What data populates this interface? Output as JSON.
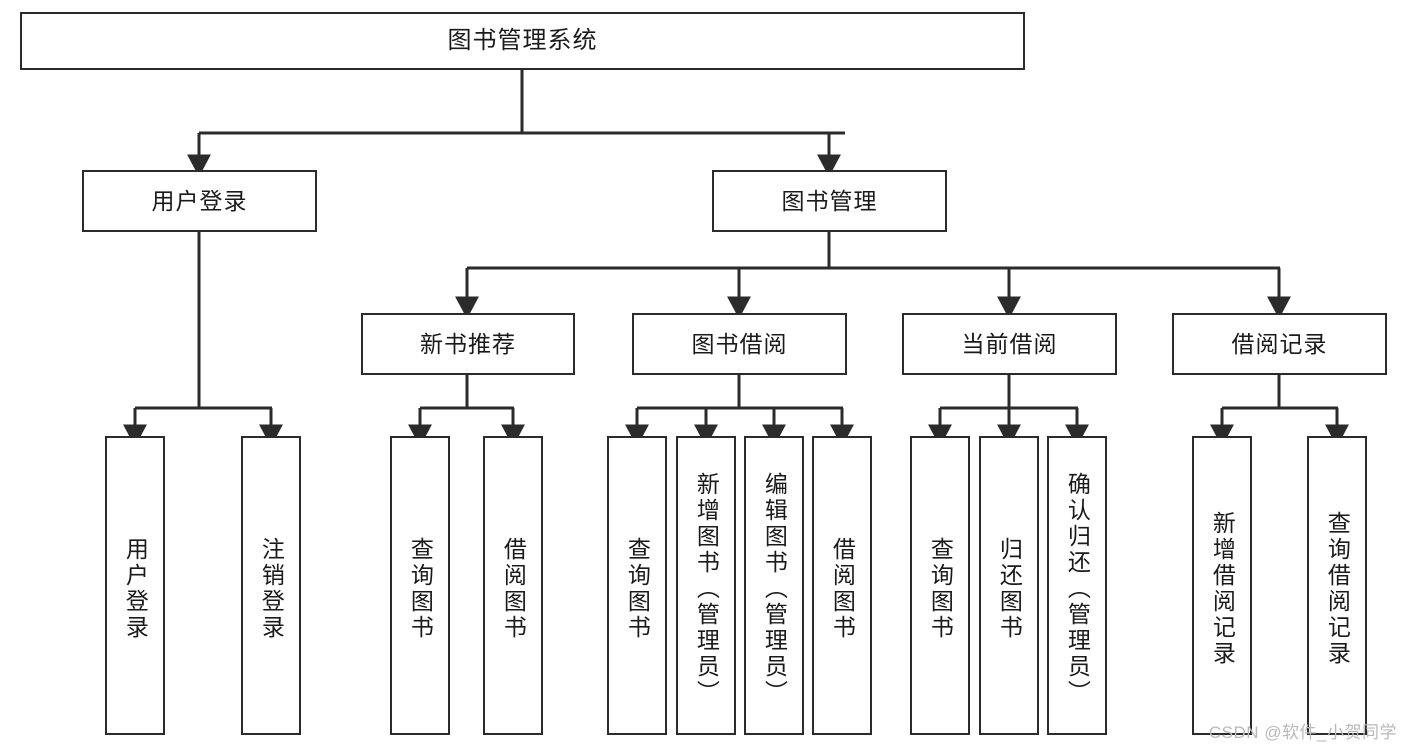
{
  "diagram": {
    "title": "图书管理系统",
    "type": "tree",
    "colors": {
      "box_border": "#2b2b2b",
      "box_fill": "#ffffff",
      "connector": "#2b2b2b",
      "text": "#1a1a1a",
      "watermark": "#b9b9b9",
      "background": "#ffffff"
    },
    "levels": {
      "root": {
        "label": "图书管理系统"
      },
      "level2": [
        {
          "label": "用户登录"
        },
        {
          "label": "图书管理"
        }
      ],
      "level3": [
        {
          "label": "新书推荐"
        },
        {
          "label": "图书借阅"
        },
        {
          "label": "当前借阅"
        },
        {
          "label": "借阅记录"
        }
      ],
      "leaves": {
        "user_login": [
          {
            "label": "用户登录"
          },
          {
            "label": "注销登录"
          }
        ],
        "new_book_recommend": [
          {
            "label": "查询图书"
          },
          {
            "label": "借阅图书"
          }
        ],
        "book_borrow": [
          {
            "label": "查询图书"
          },
          {
            "label": "新增图书（管理员）"
          },
          {
            "label": "编辑图书（管理员）"
          },
          {
            "label": "借阅图书"
          }
        ],
        "current_borrow": [
          {
            "label": "查询图书"
          },
          {
            "label": "归还图书"
          },
          {
            "label": "确认归还（管理员）"
          }
        ],
        "borrow_record": [
          {
            "label": "新增借阅记录"
          },
          {
            "label": "查询借阅记录"
          }
        ]
      }
    },
    "watermark": "CSDN @软件_小贺同学"
  }
}
